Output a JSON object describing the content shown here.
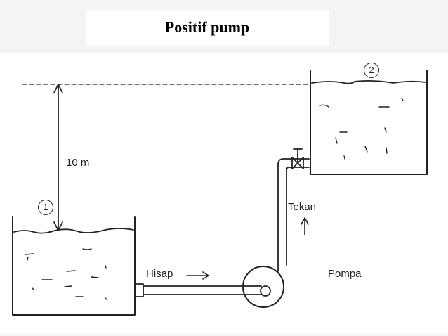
{
  "title": "Positif pump",
  "labels": {
    "height": "10 m",
    "point_1": "1",
    "point_2": "2",
    "suction": "Hisap",
    "discharge": "Tekan",
    "pump": "Pompa"
  }
}
